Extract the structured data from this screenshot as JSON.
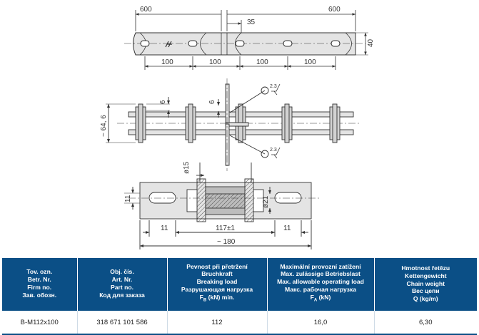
{
  "drawing": {
    "top_view": {
      "dim_600_left": "600",
      "dim_600_right": "600",
      "dim_35": "35",
      "dim_40": "40",
      "pitch_labels": [
        "100",
        "100",
        "100",
        "100"
      ]
    },
    "side_view": {
      "dim_6_left": "6",
      "dim_6_right": "6",
      "dim_height": "~ 64, 6",
      "finish_top": "2.3",
      "finish_bottom": "2.3"
    },
    "plate_view": {
      "dim_d15": "ø15",
      "dim_d21": "ø21",
      "dim_11_side": "11",
      "dim_11_left": "11",
      "dim_11_right": "11",
      "dim_117": "117±1",
      "dim_180": "~ 180"
    }
  },
  "table": {
    "headers": [
      [
        "Tov. ozn.",
        "Betr. Nr.",
        "Firm no.",
        "Зав. обозн."
      ],
      [
        "Obj. čís.",
        "Art. Nr.",
        "Part no.",
        "Код для заказа"
      ],
      [
        "Pevnost při přetržení",
        "Bruchkraft",
        "Breaking load",
        "Разрушающая нагрузка",
        "F",
        "B",
        " (kN) min."
      ],
      [
        "Maximální provozní zatížení",
        "Max. zulässige Betriebslast",
        "Max. allowable operating load",
        "Макс. рабочая нагрузка",
        "F",
        "A",
        " (kN)"
      ],
      [
        "Hmotnost řetězu",
        "Kettengewicht",
        "Chain weight",
        "Вес цепи",
        "Q (kg/m)"
      ]
    ],
    "row": [
      "B-M112x100",
      "318 671 101 586",
      "112",
      "16,0",
      "6,30"
    ]
  },
  "colors": {
    "header_bg": "#0b4f86",
    "header_text": "#ffffff",
    "part_fill": "#e4e4e4",
    "bush_fill": "#bdbdbd"
  }
}
